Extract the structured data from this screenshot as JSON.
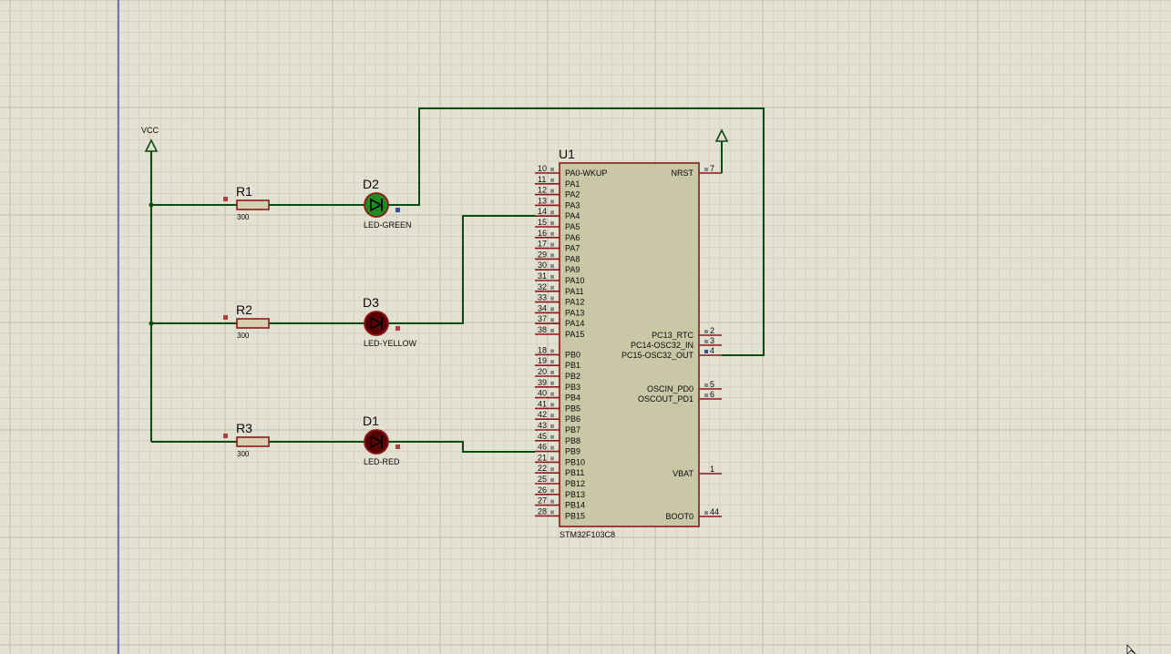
{
  "colors": {
    "background": "#e3e1d2",
    "grid_minor": "#cfcdbf",
    "grid_major": "#bdbbae",
    "origin_line": "#3030c8",
    "wire": "#0f4a0f",
    "component_outline": "#8b1a1a",
    "chip_fill": "#c9c7a6",
    "resistor_fill": "#d8cfb0",
    "led_green": "#1e8c1e",
    "led_off": "#5a0000",
    "terminal_red": "#b04040",
    "terminal_blue": "#3a4a9c",
    "text": "#0a0a0a"
  },
  "power": {
    "label": "VCC"
  },
  "resistors": [
    {
      "ref": "R1",
      "value": "300"
    },
    {
      "ref": "R2",
      "value": "300"
    },
    {
      "ref": "R3",
      "value": "300"
    }
  ],
  "leds": [
    {
      "ref": "D2",
      "type": "LED-GREEN",
      "state": "on"
    },
    {
      "ref": "D3",
      "type": "LED-YELLOW",
      "state": "off"
    },
    {
      "ref": "D1",
      "type": "LED-RED",
      "state": "off"
    }
  ],
  "chip": {
    "ref": "U1",
    "part": "STM32F103C8",
    "left_pins": [
      {
        "num": "10",
        "name": "PA0-WKUP"
      },
      {
        "num": "11",
        "name": "PA1"
      },
      {
        "num": "12",
        "name": "PA2"
      },
      {
        "num": "13",
        "name": "PA3"
      },
      {
        "num": "14",
        "name": "PA4"
      },
      {
        "num": "15",
        "name": "PA5"
      },
      {
        "num": "16",
        "name": "PA6"
      },
      {
        "num": "17",
        "name": "PA7"
      },
      {
        "num": "29",
        "name": "PA8"
      },
      {
        "num": "30",
        "name": "PA9"
      },
      {
        "num": "31",
        "name": "PA10"
      },
      {
        "num": "32",
        "name": "PA11"
      },
      {
        "num": "33",
        "name": "PA12"
      },
      {
        "num": "34",
        "name": "PA13"
      },
      {
        "num": "37",
        "name": "PA14"
      },
      {
        "num": "38",
        "name": "PA15"
      },
      {
        "num": "18",
        "name": "PB0"
      },
      {
        "num": "19",
        "name": "PB1"
      },
      {
        "num": "20",
        "name": "PB2"
      },
      {
        "num": "39",
        "name": "PB3"
      },
      {
        "num": "40",
        "name": "PB4"
      },
      {
        "num": "41",
        "name": "PB5"
      },
      {
        "num": "42",
        "name": "PB6"
      },
      {
        "num": "43",
        "name": "PB7"
      },
      {
        "num": "45",
        "name": "PB8"
      },
      {
        "num": "46",
        "name": "PB9"
      },
      {
        "num": "21",
        "name": "PB10"
      },
      {
        "num": "22",
        "name": "PB11"
      },
      {
        "num": "25",
        "name": "PB12"
      },
      {
        "num": "26",
        "name": "PB13"
      },
      {
        "num": "27",
        "name": "PB14"
      },
      {
        "num": "28",
        "name": "PB15"
      }
    ],
    "right_pins": [
      {
        "num": "7",
        "name": "NRST"
      },
      {
        "num": "2",
        "name": "PC13_RTC"
      },
      {
        "num": "3",
        "name": "PC14-OSC32_IN"
      },
      {
        "num": "4",
        "name": "PC15-OSC32_OUT"
      },
      {
        "num": "5",
        "name": "OSCIN_PD0"
      },
      {
        "num": "6",
        "name": "OSCOUT_PD1"
      },
      {
        "num": "1",
        "name": "VBAT"
      },
      {
        "num": "44",
        "name": "BOOT0"
      }
    ]
  }
}
